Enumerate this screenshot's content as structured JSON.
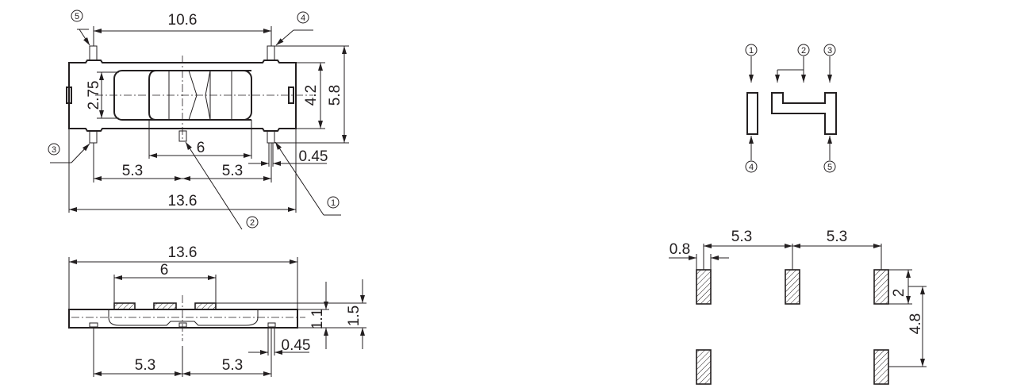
{
  "top_view": {
    "dims": {
      "pin_span": "10.6",
      "height_total": "5.8",
      "body_height": "4.2",
      "window_height": "2.75",
      "actuator_width": "6",
      "pin_width": "0.45",
      "pitch_left": "5.3",
      "pitch_right": "5.3",
      "body_length": "13.6"
    },
    "callouts": {
      "p1": "1",
      "p2": "2",
      "p3": "3",
      "p4": "4",
      "p5": "5"
    }
  },
  "side_view": {
    "dims": {
      "body_length": "13.6",
      "actuator_width": "6",
      "body_height": "1.1",
      "total_height": "1.5",
      "pin_width": "0.45",
      "pitch_left": "5.3",
      "pitch_right": "5.3"
    }
  },
  "schematic": {
    "callouts": {
      "p1": "1",
      "p2": "2",
      "p3": "3",
      "p4": "4",
      "p5": "5"
    }
  },
  "footprint": {
    "dims": {
      "pad_width": "0.8",
      "pitch_left": "5.3",
      "pitch_right": "5.3",
      "pad_height": "2",
      "row_spacing": "4.8"
    }
  }
}
